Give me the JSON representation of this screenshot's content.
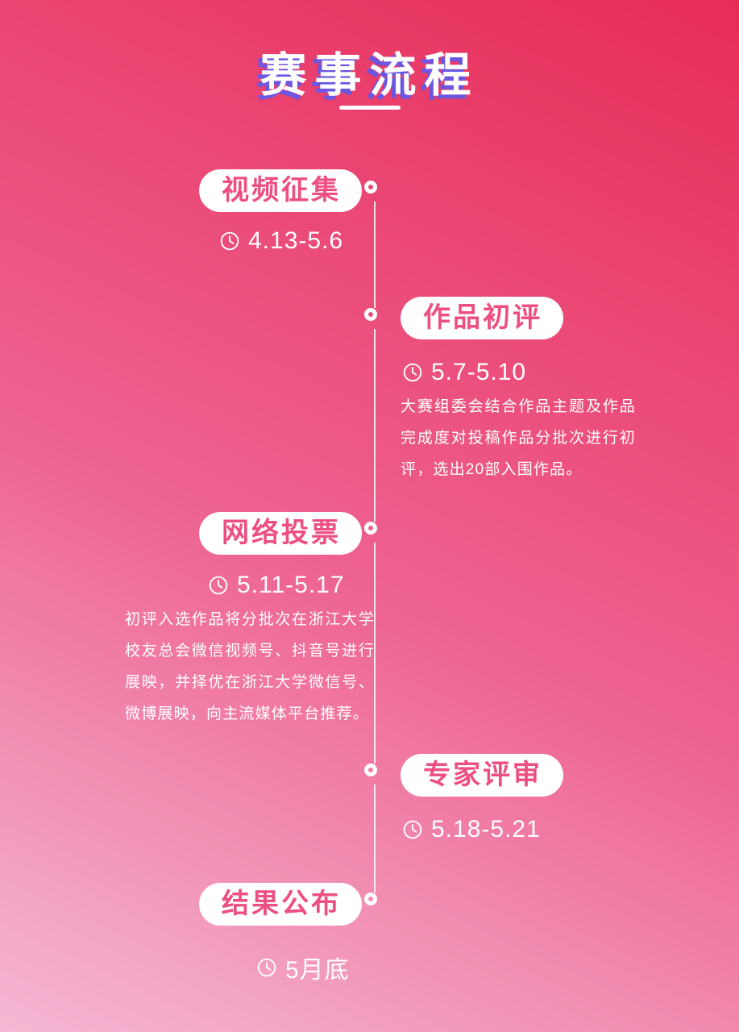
{
  "title": "赛事流程",
  "colors": {
    "bg_top": "#e72c58",
    "bg_mid": "#ee6290",
    "bg_bottom": "#f5b8d4",
    "accent_pink": "#ed4f81",
    "title_shadow": "#6a56e0",
    "line_white": "#ffffff"
  },
  "steps": [
    {
      "label": "视频征集",
      "date": "4.13-5.6",
      "icon": "clock-icon"
    },
    {
      "label": "作品初评",
      "date": "5.7-5.10",
      "icon": "clock-icon",
      "description": "大赛组委会结合作品主题及作品完成度对投稿作品分批次进行初评，选出20部入围作品。"
    },
    {
      "label": "网络投票",
      "date": "5.11-5.17",
      "icon": "clock-icon",
      "description": "初评入选作品将分批次在浙江大学校友总会微信视频号、抖音号进行展映，并择优在浙江大学微信号、微博展映，向主流媒体平台推荐。"
    },
    {
      "label": "专家评审",
      "date": "5.18-5.21",
      "icon": "clock-icon"
    },
    {
      "label": "结果公布",
      "date": "5月底",
      "icon": "clock-icon"
    }
  ]
}
